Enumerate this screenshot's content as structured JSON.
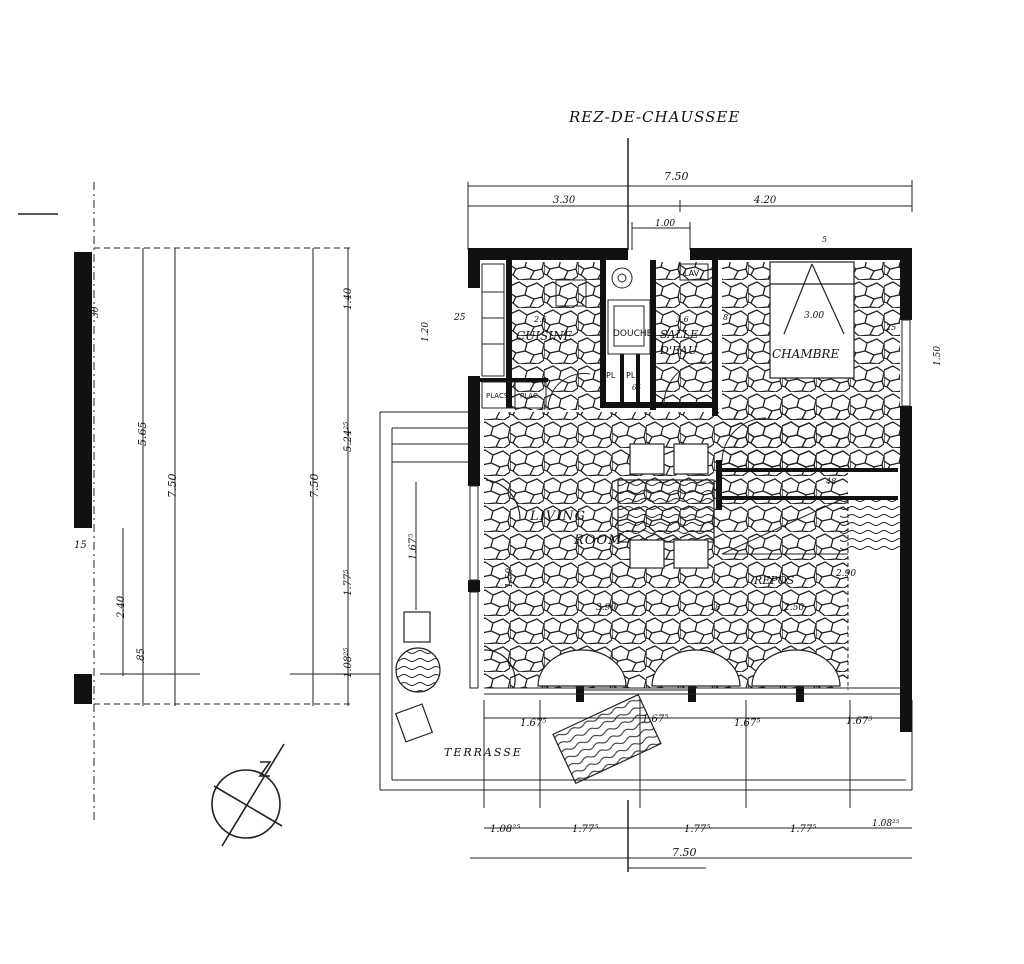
{
  "title": "REZ-DE-CHAUSSEE",
  "rooms": {
    "cuisine": "CUISINE",
    "douche": "DOUCHE",
    "salle_deau_1": "SALLE",
    "salle_deau_2": "D'EAU",
    "chambre": "CHAMBRE",
    "living_1": "LIVING",
    "living_2": "ROOM",
    "repos": "REPOS",
    "terrasse": "TERRASSE",
    "pl1": "PL",
    "pl2": "PL",
    "lav": "LAV",
    "plac1": "PLACS",
    "plac2": "PLAC."
  },
  "dims": {
    "top_total": "7.50",
    "top_left": "3.30",
    "top_right": "4.20",
    "top_small": "1.00",
    "bottom_total": "7.50",
    "b1": "1.08²⁵",
    "b2": "1.77⁵",
    "b3": "1.77⁵",
    "b4": "1.77⁵",
    "b5": "1.08²⁵",
    "t1": "1.67⁵",
    "t2": "1.67⁵",
    "t3": "1.67⁵",
    "t4": "1.67⁵",
    "left_565": "5.65",
    "left_750": "7.50",
    "left_30": "30",
    "left_15": "15",
    "left_240": "2.40",
    "left_85": ".85",
    "mid_750": "7.50",
    "mid_140": "1.40",
    "mid_524": "5.24²⁵",
    "mid_177": "1.77⁵",
    "mid_108": "1.08²⁵",
    "mid_167": "1.67⁵",
    "in_120": "1.20",
    "in_25": "25",
    "in_25b": "25",
    "in_150": "1.50",
    "in_300": "3.00",
    "in_390": "3.90",
    "in_250": "2.50",
    "in_150b": "1.50",
    "in_48": "48",
    "in_290": "2.90",
    "in_26": "2.6",
    "in_36": "3.6",
    "in_8": "8",
    "in_65": "65",
    "in_18": "18",
    "in_5": "5"
  }
}
